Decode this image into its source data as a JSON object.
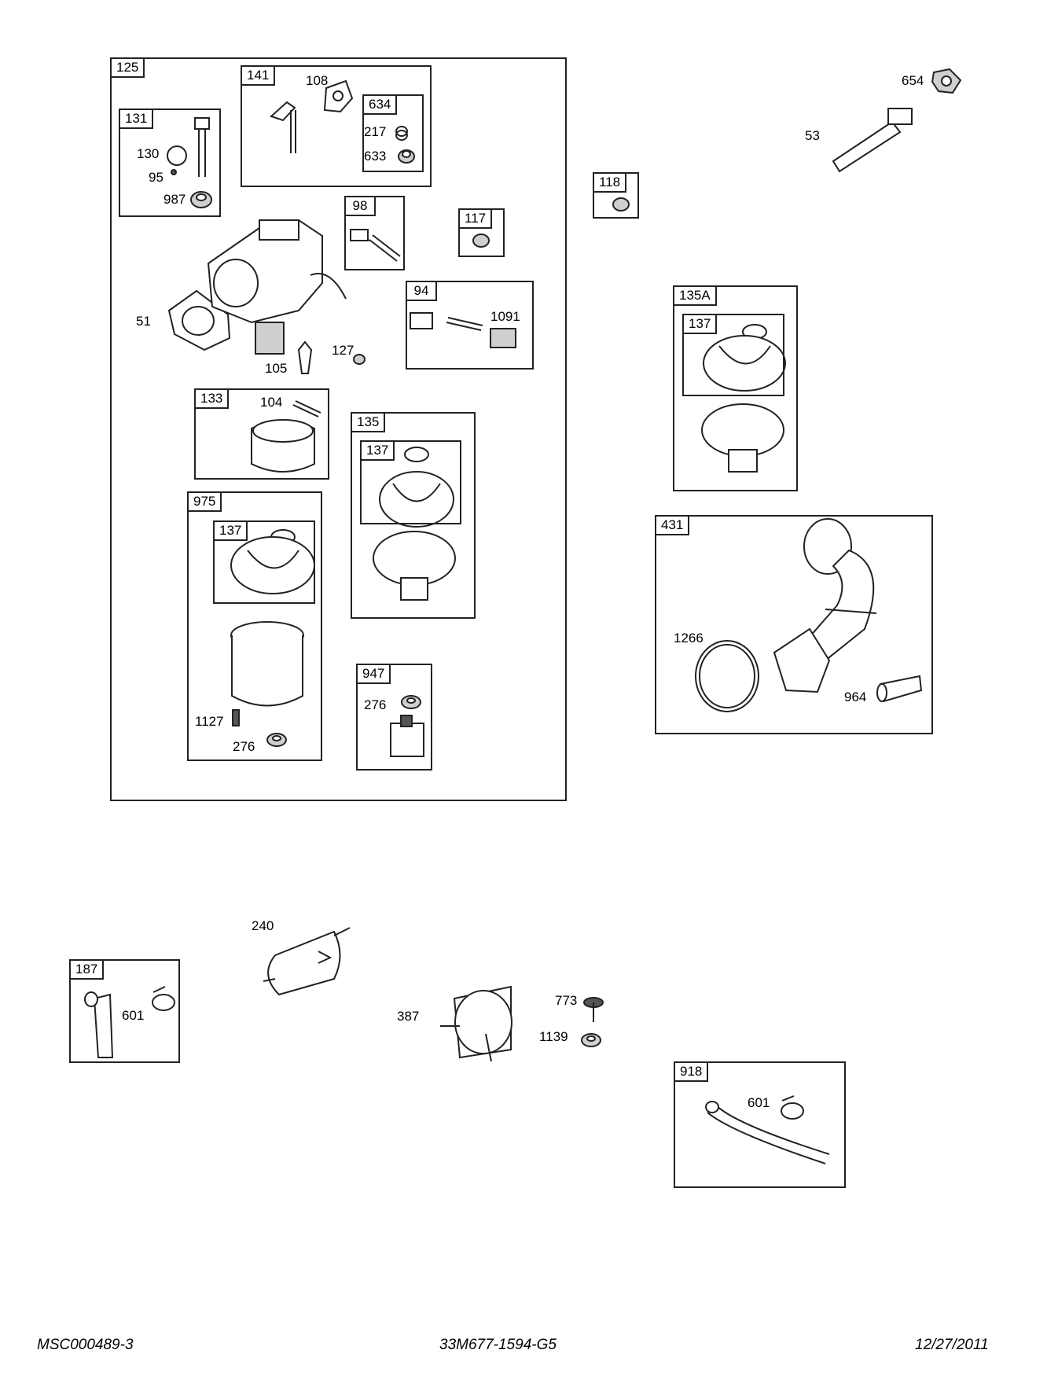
{
  "boxes": {
    "b125": "125",
    "b141": "141",
    "b634": "634",
    "b131": "131",
    "b98": "98",
    "b117": "117",
    "b94": "94",
    "b133": "133",
    "b135": "135",
    "b137a": "137",
    "b975": "975",
    "b137b": "137",
    "b947": "947",
    "b118": "118",
    "b135A": "135A",
    "b137c": "137",
    "b431": "431",
    "b187": "187",
    "b918": "918"
  },
  "labels": {
    "l108": "108",
    "l217": "217",
    "l633": "633",
    "l130": "130",
    "l95": "95",
    "l987": "987",
    "l51": "51",
    "l105": "105",
    "l127": "127",
    "l1091": "1091",
    "l104": "104",
    "l1127": "1127",
    "l276a": "276",
    "l276b": "276",
    "l654": "654",
    "l53": "53",
    "l1266": "1266",
    "l964": "964",
    "l240": "240",
    "l601a": "601",
    "l387": "387",
    "l773": "773",
    "l1139": "1139",
    "l601b": "601"
  },
  "footer": {
    "left": "MSC000489-3",
    "center": "33M677-1594-G5",
    "right": "12/27/2011"
  }
}
